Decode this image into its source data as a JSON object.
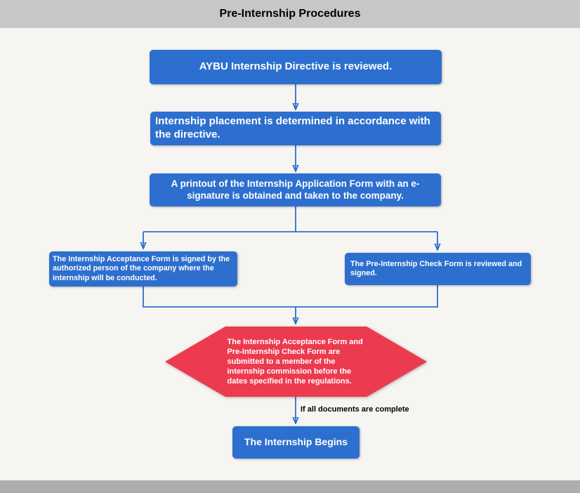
{
  "title": "Pre-Internship Procedures",
  "colors": {
    "node_blue": "#2d6fce",
    "decision_red": "#ec3a4f",
    "connector_blue": "#2d6fce",
    "title_bar_gray": "#c7c7c7",
    "footer_bar_gray": "#aeaeae",
    "background": "#f6f5f2",
    "node_text": "#ffffff"
  },
  "nodes": {
    "step1": {
      "label": "AYBU Internship Directive is reviewed."
    },
    "step2": {
      "label": "Internship placement is determined in accordance with the directive."
    },
    "step3": {
      "label": "A printout of the Internship Application Form with an e-signature is obtained and taken to the company."
    },
    "branch_left": {
      "label": "The Internship Acceptance Form is signed by the authorized person of the company where the internship will be conducted."
    },
    "branch_right": {
      "label": "The Pre-Internship Check Form is reviewed and signed."
    },
    "decision": {
      "label": "The Internship Acceptance Form and Pre-Internship Check Form are submitted to a member of the internship commission before the dates specified in the regulations."
    },
    "condition": {
      "label": "If all documents are complete"
    },
    "final": {
      "label": "The Internship Begins"
    }
  }
}
